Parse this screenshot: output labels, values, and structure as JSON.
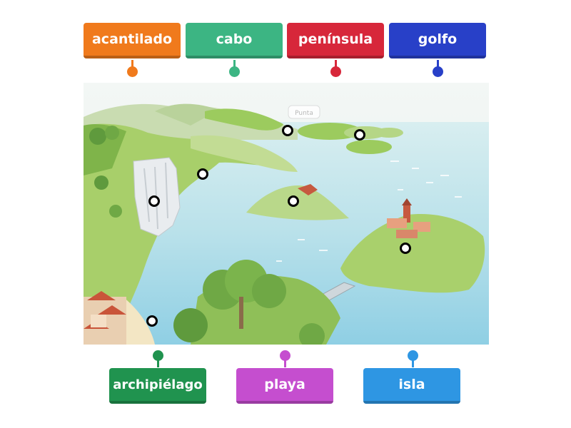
{
  "labels": {
    "top": [
      {
        "text": "acantilado",
        "color": "#f07a1c"
      },
      {
        "text": "cabo",
        "color": "#3cb583"
      },
      {
        "text": "península",
        "color": "#d7273a"
      },
      {
        "text": "golfo",
        "color": "#2840c8"
      }
    ],
    "bottom": [
      {
        "text": "archipiélago",
        "color": "#20934f"
      },
      {
        "text": "playa",
        "color": "#c54ecf"
      },
      {
        "text": "isla",
        "color": "#2e96e3"
      }
    ]
  },
  "scene": {
    "sign_text": "Punta"
  }
}
